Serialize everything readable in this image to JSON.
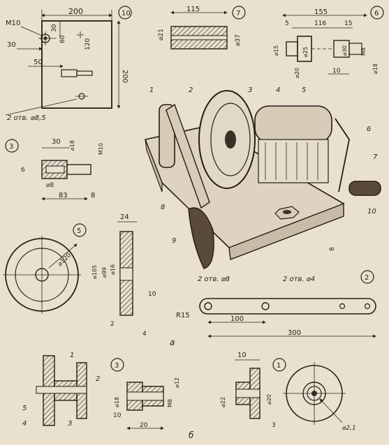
{
  "drawings": {
    "d10": {
      "tag": "10",
      "dims": {
        "width": "200",
        "height": "200",
        "m10": "M10",
        "d30a": "30",
        "d30b": "30",
        "d50": "50",
        "d60": "60",
        "d120": "120",
        "holes": "2 отв. ⌀8,5"
      }
    },
    "d7": {
      "tag": "7",
      "dims": {
        "len": "115",
        "d21": "⌀21",
        "d37": "⌀37"
      }
    },
    "d6": {
      "tag": "6",
      "dims": {
        "l155": "155",
        "l5": "5",
        "l116": "116",
        "l15": "15",
        "l10": "10",
        "d15": "⌀15",
        "d25": "⌀25",
        "d20": "⌀20",
        "d30": "⌀30",
        "m8": "M8",
        "d18": "⌀18"
      }
    },
    "d3a": {
      "tag": "3",
      "dims": {
        "l30": "30",
        "d18": "⌀18",
        "m10": "M10",
        "l6": "6",
        "d8": "⌀8",
        "l83": "83",
        "l8": "8"
      }
    },
    "d5": {
      "tag": "5",
      "dims": {
        "d120": "⌀120",
        "w24": "24",
        "d105": "⌀105",
        "d99": "⌀99",
        "d16": "⌀16",
        "l10": "10",
        "l2": "2",
        "l4": "4"
      }
    },
    "d2": {
      "tag": "2",
      "dims": {
        "holes8": "2 отв. ⌀8",
        "holes4": "2 отв. ⌀4",
        "r15": "R15",
        "l100": "100",
        "l300": "300"
      }
    },
    "d3b": {
      "tag": "3",
      "dims": {
        "d12": "⌀12",
        "d18": "⌀18",
        "m8": "M8",
        "l10": "10",
        "l20": "20"
      }
    },
    "d1": {
      "tag": "1",
      "dims": {
        "l10": "10",
        "d22": "⌀22",
        "d20": "⌀20",
        "l3": "3",
        "d21": "⌀2,1"
      }
    },
    "assembly_b": {
      "callouts": [
        "1",
        "2",
        "3",
        "4",
        "5"
      ]
    }
  },
  "assembly": {
    "callouts": [
      "1",
      "2",
      "3",
      "4",
      "5",
      "6",
      "7",
      "8",
      "9",
      "10"
    ],
    "dim8": "8"
  },
  "captions": {
    "a": "а",
    "b": "б"
  }
}
